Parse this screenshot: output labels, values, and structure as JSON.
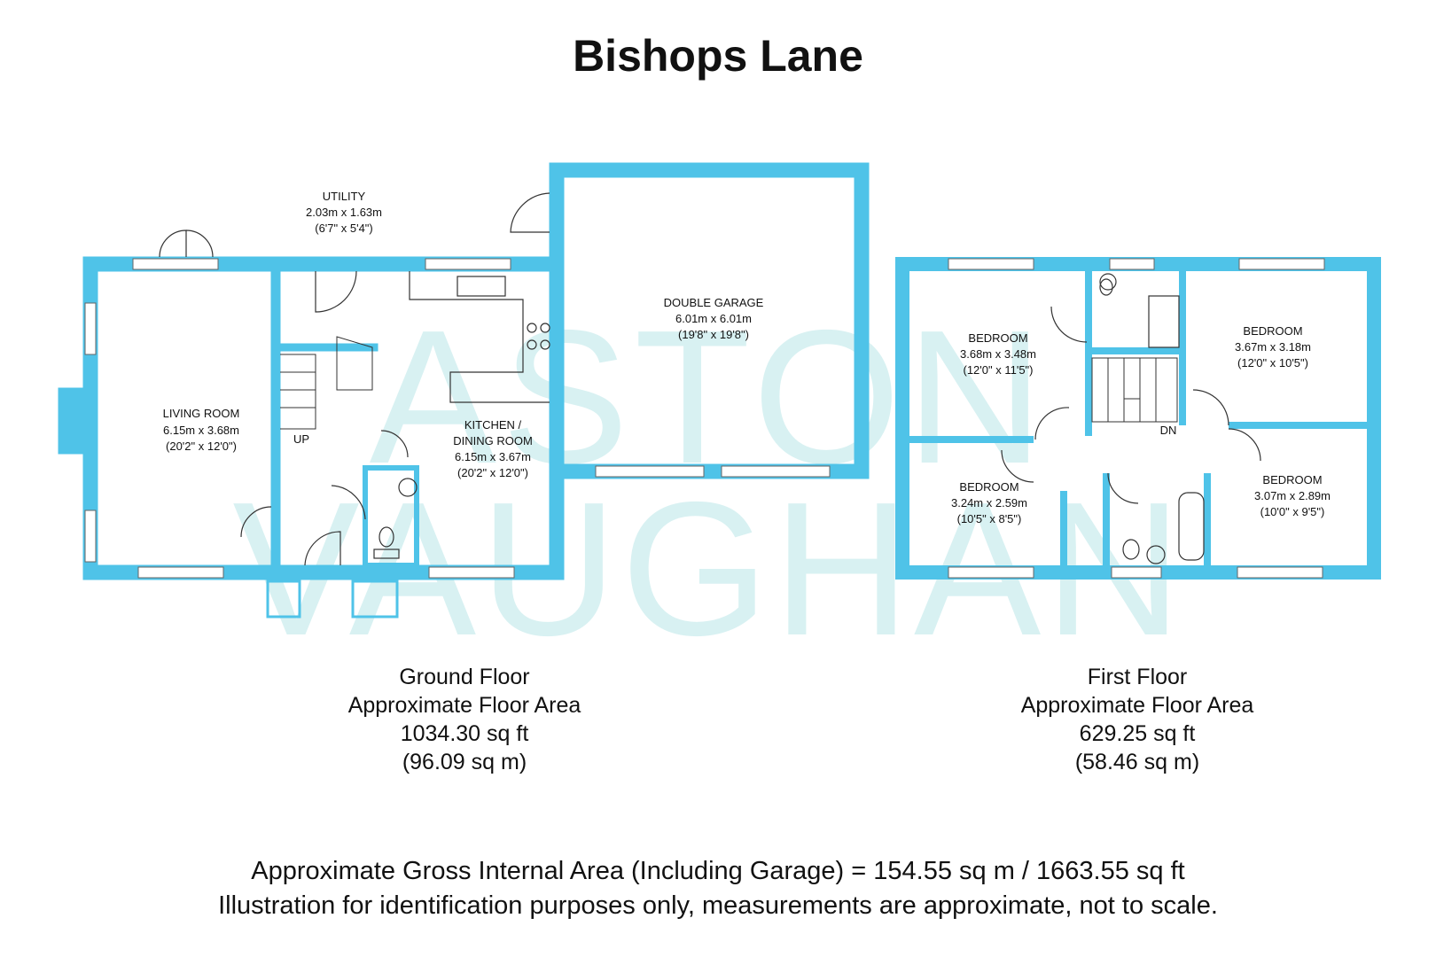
{
  "title": "Bishops Lane",
  "watermark": {
    "line1": "ASTON",
    "line2": "VAUGHAN",
    "color": "#a9dfe3"
  },
  "wall_color": "#4fc3e8",
  "ground_floor": {
    "rooms": [
      {
        "name": "LIVING ROOM",
        "metric": "6.15m x 3.68m",
        "imperial": "(20'2\" x 12'0\")"
      },
      {
        "name": "UTILITY",
        "metric": "2.03m x 1.63m",
        "imperial": "(6'7\" x 5'4\")"
      },
      {
        "name": "KITCHEN /",
        "name2": "DINING ROOM",
        "metric": "6.15m x 3.67m",
        "imperial": "(20'2\" x 12'0\")"
      },
      {
        "name": "DOUBLE GARAGE",
        "metric": "6.01m x 6.01m",
        "imperial": "(19'8\" x 19'8\")"
      }
    ],
    "stair_label": "UP",
    "summary": {
      "floor": "Ground Floor",
      "label": "Approximate Floor Area",
      "sqft": "1034.30 sq ft",
      "sqm": "(96.09 sq m)"
    }
  },
  "first_floor": {
    "rooms": [
      {
        "name": "BEDROOM",
        "metric": "3.68m x 3.48m",
        "imperial": "(12'0\" x 11'5\")"
      },
      {
        "name": "BEDROOM",
        "metric": "3.67m x 3.18m",
        "imperial": "(12'0\" x 10'5\")"
      },
      {
        "name": "BEDROOM",
        "metric": "3.24m x 2.59m",
        "imperial": "(10'5\" x 8'5\")"
      },
      {
        "name": "BEDROOM",
        "metric": "3.07m x 2.89m",
        "imperial": "(10'0\" x 9'5\")"
      }
    ],
    "stair_label": "DN",
    "summary": {
      "floor": "First Floor",
      "label": "Approximate Floor Area",
      "sqft": "629.25 sq ft",
      "sqm": "(58.46 sq m)"
    }
  },
  "footer": {
    "line1": "Approximate Gross Internal Area (Including Garage) = 154.55 sq m / 1663.55 sq ft",
    "line2": "Illustration for identification purposes only, measurements are approximate, not to scale."
  }
}
